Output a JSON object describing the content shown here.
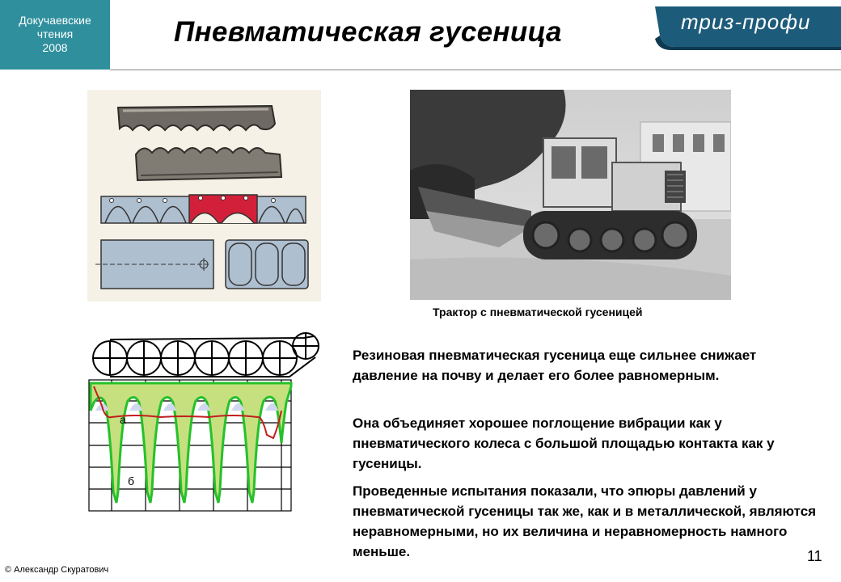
{
  "header": {
    "badge_line1": "Докучаевские",
    "badge_line2": "чтения",
    "badge_line3": "2008",
    "title": "Пневматическая гусеница",
    "logo_text": "триз-профи",
    "logo_color": "#1d5b7a",
    "badge_color": "#2f8f9d"
  },
  "figures": {
    "tractor_caption": "Трактор с пневматической гусеницей",
    "diagram_label_a": "а",
    "diagram_label_b": "б"
  },
  "body": {
    "paragraph1": "Резиновая пневматическая гусеница еще сильнее снижает давление на почву и делает его более равномерным.",
    "paragraph2": "Она объединяет хорошее поглощение вибрации как у пневматического колеса с большой площадью контакта как у гусеницы.",
    "paragraph3": "Проведенные испытания показали, что эпюры давлений у пневматической гусеницы так же, как и в металлической, являются неравномерными, но их величина и неравномерность намного меньше."
  },
  "footer": {
    "slide_number": "11",
    "copyright": "© Александр Скуратович"
  }
}
